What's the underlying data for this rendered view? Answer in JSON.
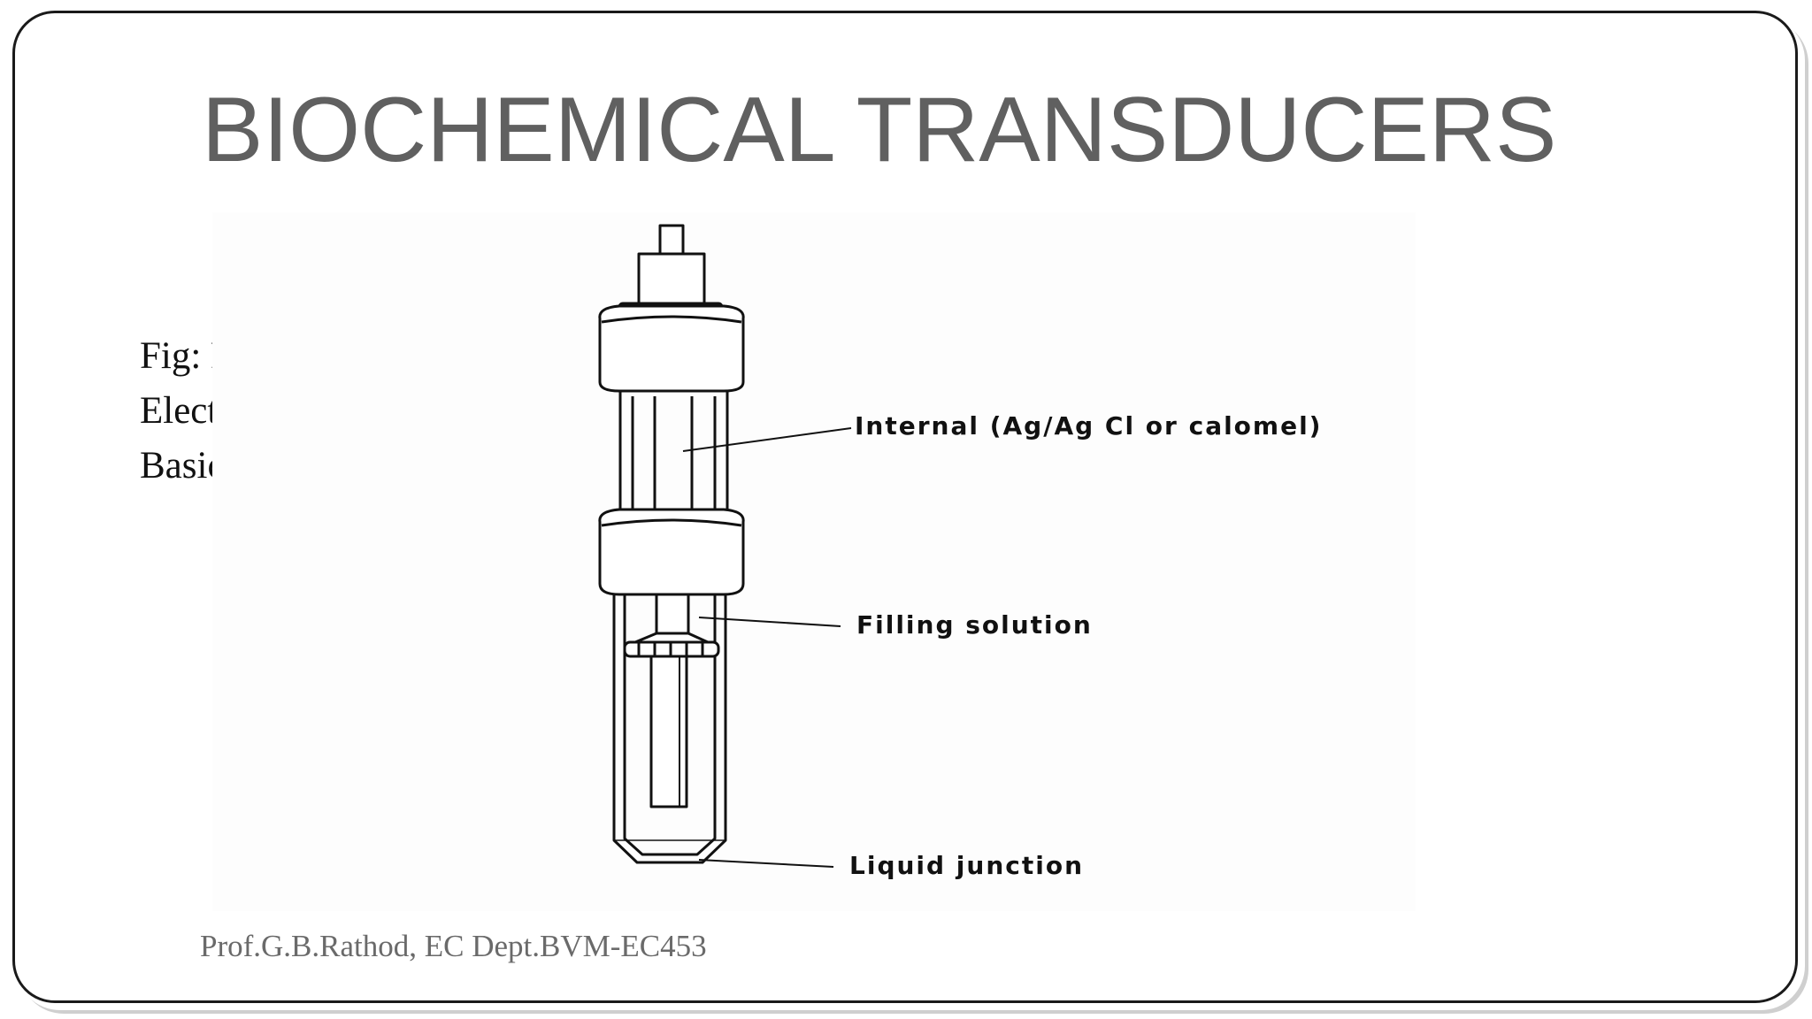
{
  "slide": {
    "title": "BIOCHEMICAL TRANSDUCERS",
    "caption_lines": [
      "Fig: Reference",
      "Electrode",
      "Basic configuration"
    ],
    "footer": "Prof.G.B.Rathod, EC Dept.BVM-EC453"
  },
  "diagram": {
    "labels": {
      "internal": "Internal (Ag/Ag Cl or calomel)",
      "filling": "Filling solution",
      "junction": "Liquid junction"
    }
  },
  "colors": {
    "title": "#606060",
    "border": "#1a1a1a",
    "footer": "#6a6a6a"
  }
}
